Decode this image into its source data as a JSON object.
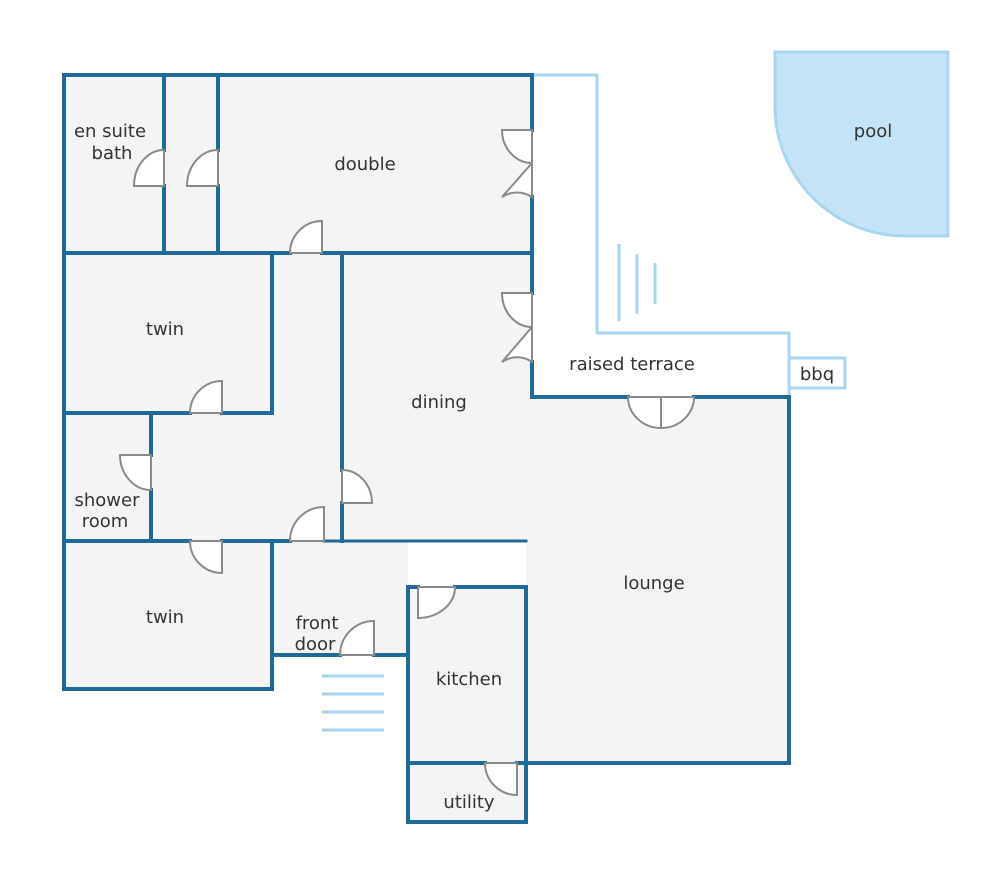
{
  "colors": {
    "wall": "#1e6b9a",
    "light_wall": "#a8d6ef",
    "floor": "#f4f4f4",
    "pool": "#c3e3f6",
    "door": "#8a8a8a",
    "text": "#333333"
  },
  "icons": {
    "door_swing": "door-icon",
    "steps": "steps-icon"
  },
  "rooms": {
    "en_suite_line1": "en suite",
    "en_suite_line2": "bath",
    "double": "double",
    "twin_upper": "twin",
    "dining": "dining",
    "shower_line1": "shower",
    "shower_line2": "room",
    "twin_lower": "twin",
    "front_door_line1": "front",
    "front_door_line2": "door",
    "lounge": "lounge",
    "kitchen": "kitchen",
    "utility": "utility"
  },
  "outside": {
    "pool": "pool",
    "raised_terrace": "raised terrace",
    "bbq": "bbq"
  }
}
